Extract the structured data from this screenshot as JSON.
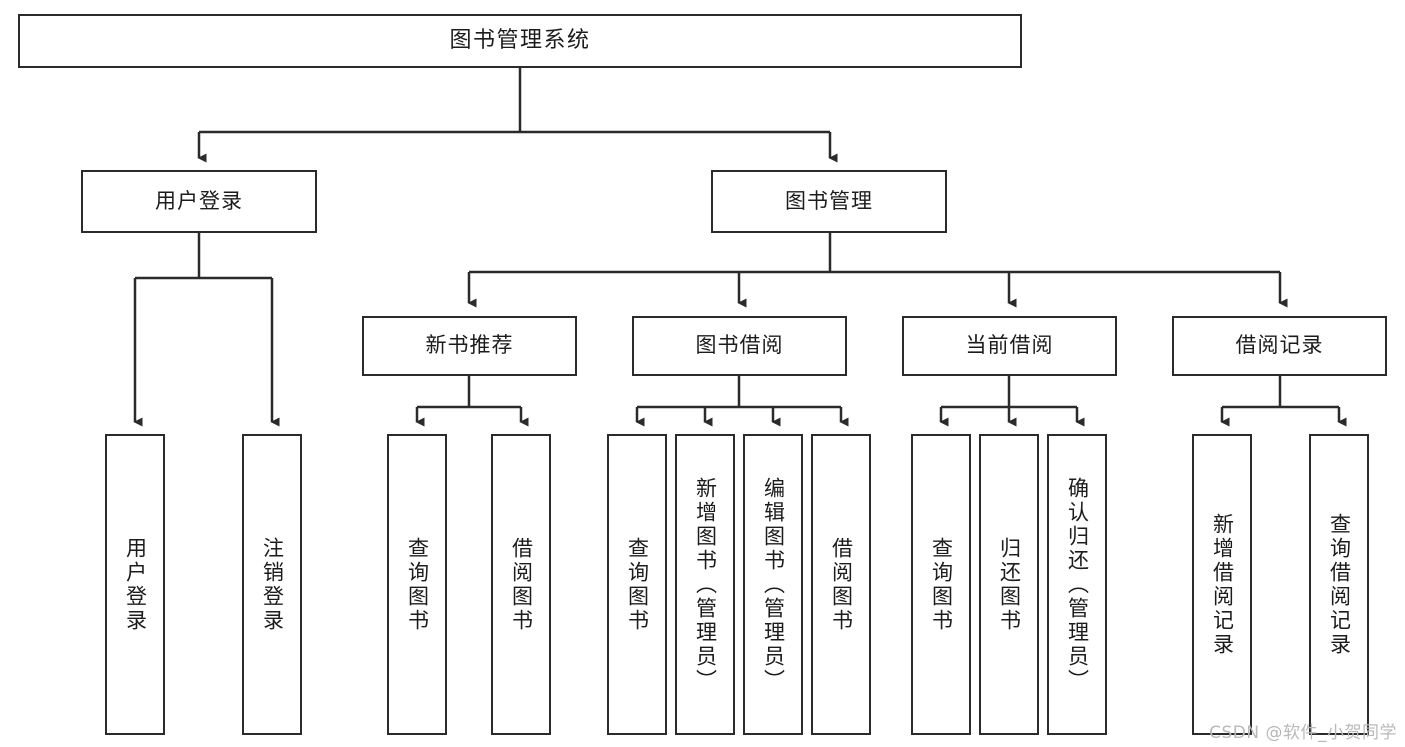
{
  "diagram": {
    "title": "图书管理系统",
    "type": "tree-hierarchy-diagram",
    "watermark": "CSDN @软件_小贺同学",
    "colors": {
      "stroke": "#2b2b2b",
      "fill": "#ffffff",
      "text": "#1c1c1c",
      "watermark": "#b9b9b9"
    },
    "root": {
      "label": "图书管理系统"
    },
    "level2": [
      {
        "label": "用户登录"
      },
      {
        "label": "图书管理"
      }
    ],
    "level3": [
      {
        "label": "新书推荐"
      },
      {
        "label": "图书借阅"
      },
      {
        "label": "当前借阅"
      },
      {
        "label": "借阅记录"
      }
    ],
    "leaves": {
      "user_login": [
        {
          "label": "用户登录"
        },
        {
          "label": "注销登录"
        }
      ],
      "new_book_recommend": [
        {
          "label": "查询图书"
        },
        {
          "label": "借阅图书"
        }
      ],
      "book_borrow": [
        {
          "label": "查询图书"
        },
        {
          "label": "新增图书（管理员）"
        },
        {
          "label": "编辑图书（管理员）"
        },
        {
          "label": "借阅图书"
        }
      ],
      "current_borrow": [
        {
          "label": "查询图书"
        },
        {
          "label": "归还图书"
        },
        {
          "label": "确认归还（管理员）"
        }
      ],
      "borrow_record": [
        {
          "label": "新增借阅记录"
        },
        {
          "label": "查询借阅记录"
        }
      ]
    }
  }
}
